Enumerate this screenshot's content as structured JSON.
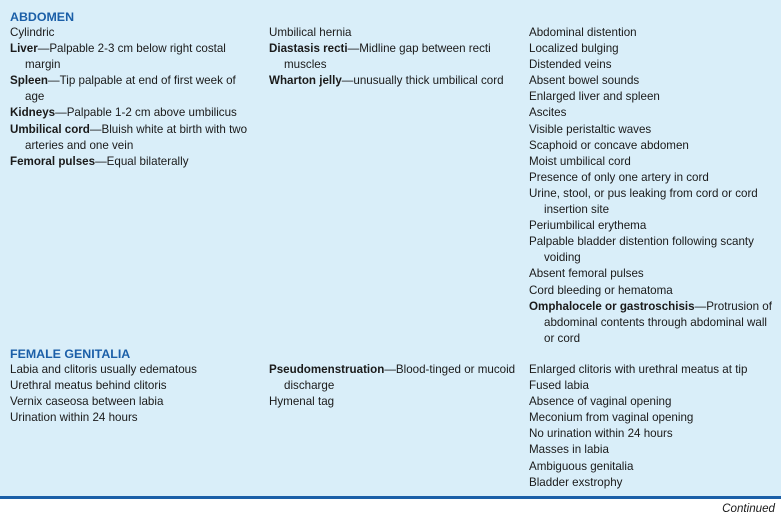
{
  "footer": {
    "continued": "Continued"
  },
  "abdomen": {
    "title": "ABDOMEN",
    "col1": [
      {
        "term": "",
        "text": "Cylindric"
      },
      {
        "term": "Liver",
        "text": "—Palpable 2-3 cm below right costal margin"
      },
      {
        "term": "Spleen",
        "text": "—Tip palpable at end of first week of age"
      },
      {
        "term": "Kidneys",
        "text": "—Palpable 1-2 cm above umbilicus"
      },
      {
        "term": "Umbilical cord",
        "text": "—Bluish white at birth with two arteries and one vein"
      },
      {
        "term": "Femoral pulses",
        "text": "—Equal bilaterally"
      }
    ],
    "col2": [
      {
        "term": "",
        "text": "Umbilical hernia"
      },
      {
        "term": "Diastasis recti",
        "text": "—Midline gap between recti muscles"
      },
      {
        "term": "Wharton jelly",
        "text": "—unusually thick umbilical cord"
      }
    ],
    "col3": [
      {
        "term": "",
        "text": "Abdominal distention"
      },
      {
        "term": "",
        "text": "Localized bulging"
      },
      {
        "term": "",
        "text": "Distended veins"
      },
      {
        "term": "",
        "text": "Absent bowel sounds"
      },
      {
        "term": "",
        "text": "Enlarged liver and spleen"
      },
      {
        "term": "",
        "text": "Ascites"
      },
      {
        "term": "",
        "text": "Visible peristaltic waves"
      },
      {
        "term": "",
        "text": "Scaphoid or concave abdomen"
      },
      {
        "term": "",
        "text": "Moist umbilical cord"
      },
      {
        "term": "",
        "text": "Presence of only one artery in cord"
      },
      {
        "term": "",
        "text": "Urine, stool, or pus leaking from cord or cord insertion site"
      },
      {
        "term": "",
        "text": "Periumbilical erythema"
      },
      {
        "term": "",
        "text": "Palpable bladder distention following scanty voiding"
      },
      {
        "term": "",
        "text": "Absent femoral pulses"
      },
      {
        "term": "",
        "text": "Cord bleeding or hematoma"
      },
      {
        "term": "Omphalocele or gastroschisis",
        "text": "—Protrusion of abdominal contents through abdominal wall or cord"
      }
    ]
  },
  "female_genitalia": {
    "title": "FEMALE GENITALIA",
    "col1": [
      {
        "term": "",
        "text": "Labia and clitoris usually edematous"
      },
      {
        "term": "",
        "text": "Urethral meatus behind clitoris"
      },
      {
        "term": "",
        "text": "Vernix caseosa between labia"
      },
      {
        "term": "",
        "text": "Urination within 24 hours"
      }
    ],
    "col2": [
      {
        "term": "Pseudomenstruation",
        "text": "—Blood-tinged or mucoid discharge"
      },
      {
        "term": "",
        "text": "Hymenal tag"
      }
    ],
    "col3": [
      {
        "term": "",
        "text": "Enlarged clitoris with urethral meatus at tip"
      },
      {
        "term": "",
        "text": "Fused labia"
      },
      {
        "term": "",
        "text": "Absence of vaginal opening"
      },
      {
        "term": "",
        "text": "Meconium from vaginal opening"
      },
      {
        "term": "",
        "text": "No urination within 24 hours"
      },
      {
        "term": "",
        "text": "Masses in labia"
      },
      {
        "term": "",
        "text": "Ambiguous genitalia"
      },
      {
        "term": "",
        "text": "Bladder exstrophy"
      }
    ]
  }
}
